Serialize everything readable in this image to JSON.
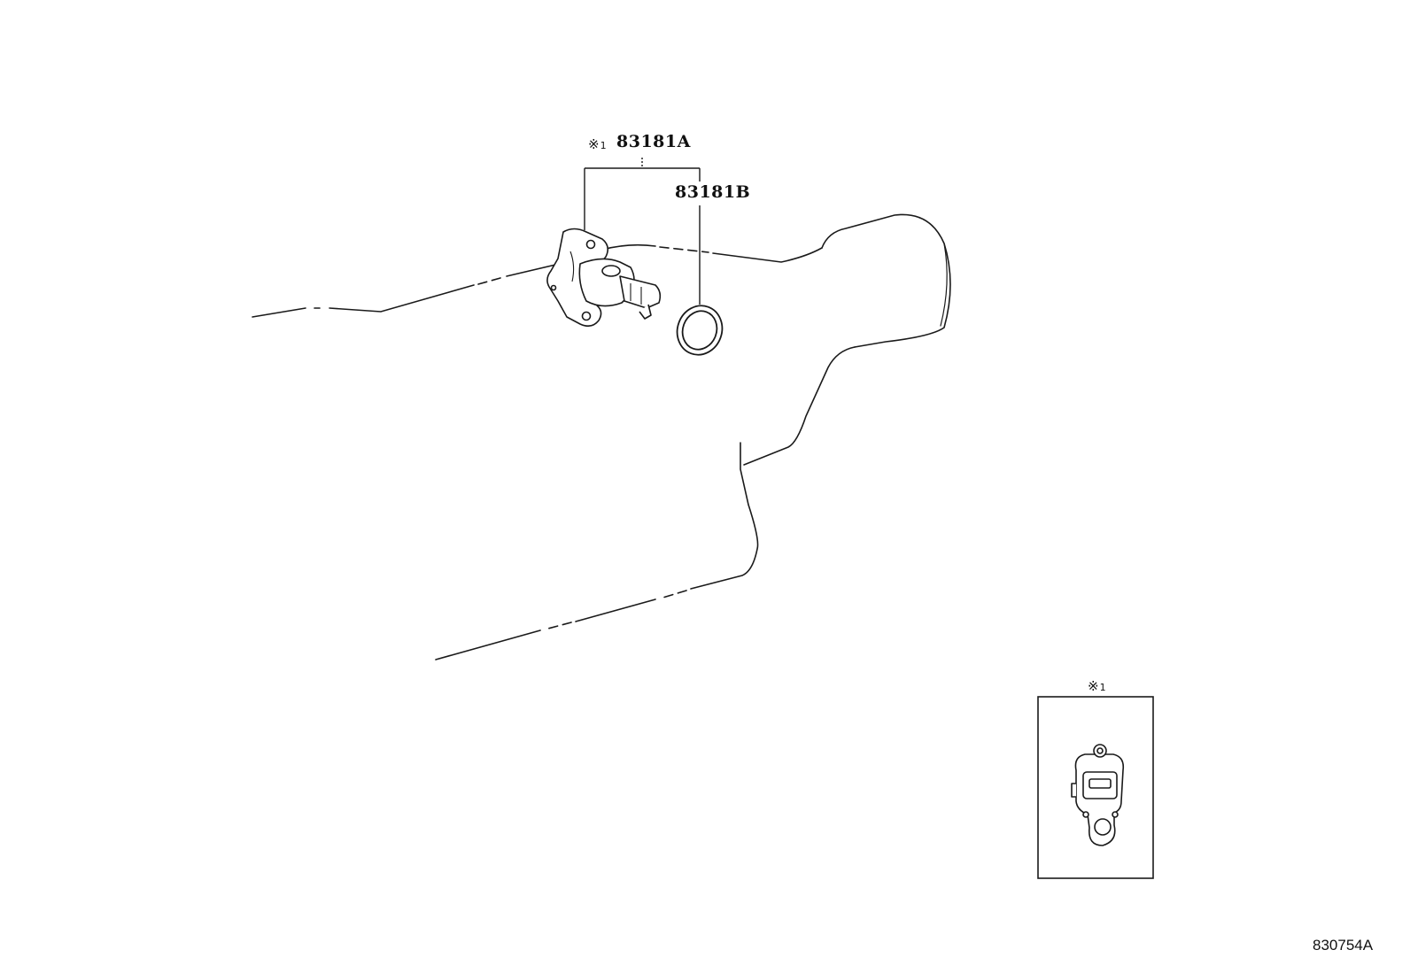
{
  "diagram": {
    "callout_main": {
      "note_symbol": "※",
      "note_number": "1",
      "part_number": "83181A"
    },
    "callout_gasket": {
      "part_number": "83181B"
    },
    "inset": {
      "note_symbol": "※",
      "note_number": "1"
    },
    "illustration_code": "830754A",
    "colors": {
      "line": "#1a1a1a",
      "background": "#ffffff"
    }
  }
}
